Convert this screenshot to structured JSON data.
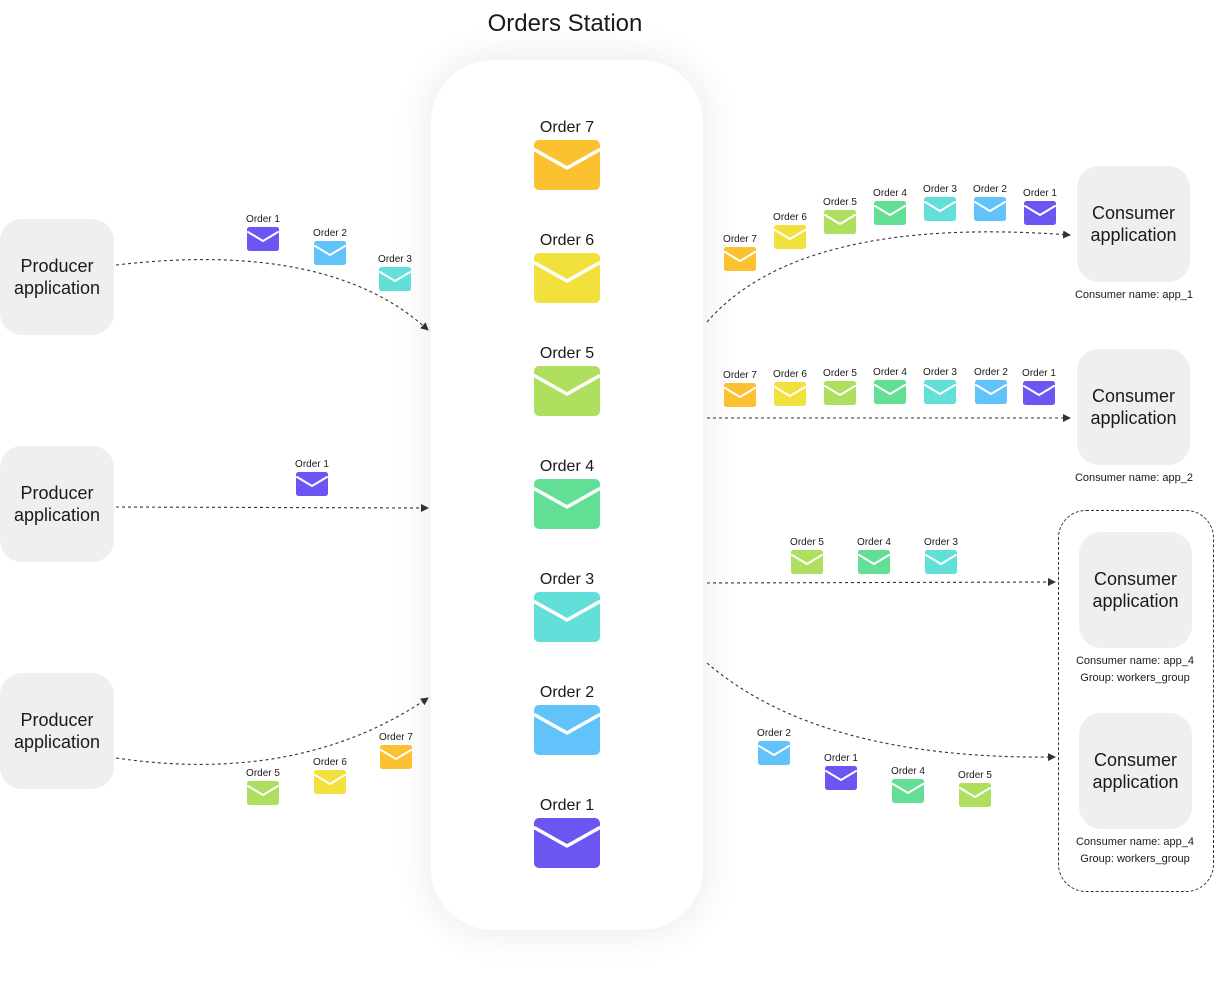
{
  "title": "Orders Station",
  "colors": {
    "order_1": "#6b56f2",
    "order_2": "#62c3fb",
    "order_3": "#62dfd8",
    "order_4": "#62df94",
    "order_5": "#aedf5f",
    "order_6": "#f2e03c",
    "order_7": "#fbc131"
  },
  "station_orders": [
    "Order 7",
    "Order 6",
    "Order 5",
    "Order 4",
    "Order 3",
    "Order 2",
    "Order 1"
  ],
  "producers": [
    {
      "label_1": "Producer",
      "label_2": "application",
      "orders": [
        "Order 1",
        "Order 2",
        "Order 3"
      ]
    },
    {
      "label_1": "Producer",
      "label_2": "application",
      "orders": [
        "Order 1"
      ]
    },
    {
      "label_1": "Producer",
      "label_2": "application",
      "orders": [
        "Order 5",
        "Order 6",
        "Order 7"
      ]
    }
  ],
  "consumers": [
    {
      "label_1": "Consumer",
      "label_2": "application",
      "name": "Consumer name:  app_1",
      "group": "",
      "orders": [
        "Order 7",
        "Order 6",
        "Order 5",
        "Order 4",
        "Order 3",
        "Order 2",
        "Order 1"
      ]
    },
    {
      "label_1": "Consumer",
      "label_2": "application",
      "name": "Consumer name:  app_2",
      "group": "",
      "orders": [
        "Order 7",
        "Order 6",
        "Order 5",
        "Order 4",
        "Order 3",
        "Order 2",
        "Order 1"
      ]
    },
    {
      "label_1": "Consumer",
      "label_2": "application",
      "name": "Consumer name:  app_4",
      "group": "Group: workers_group",
      "orders": [
        "Order 5",
        "Order 4",
        "Order 3"
      ]
    },
    {
      "label_1": "Consumer",
      "label_2": "application",
      "name": "Consumer name:  app_4",
      "group": "Group: workers_group",
      "orders": [
        "Order 2",
        "Order 1",
        "Order 4",
        "Order 5"
      ]
    }
  ]
}
